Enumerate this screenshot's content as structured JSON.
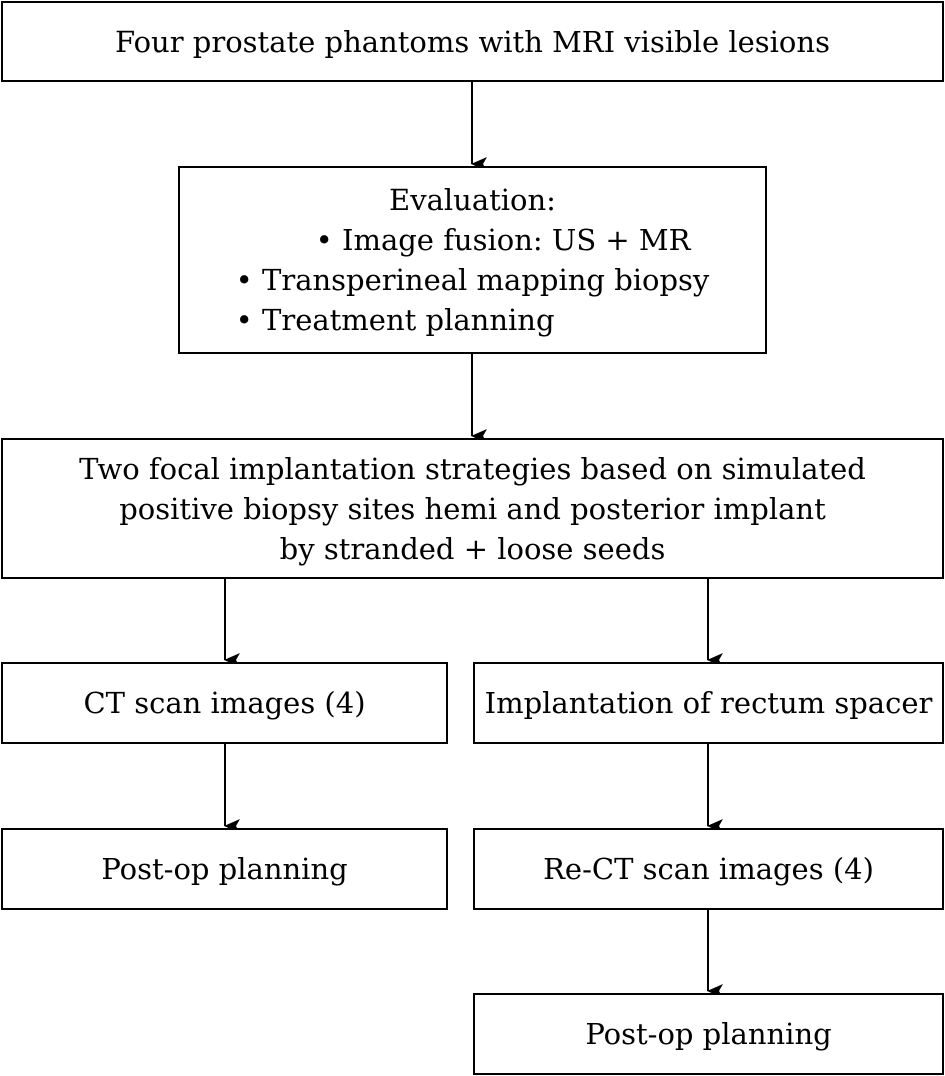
{
  "box_top": "Four prostate phantoms with MRI visible lesions",
  "evaluation": {
    "title": "Evaluation:",
    "items": [
      "Image fusion: US + MR",
      "Transperineal mapping biopsy",
      "Treatment planning"
    ]
  },
  "strategy": {
    "lines": [
      "Two focal implantation strategies based on simulated",
      "positive biopsy sites hemi and posterior implant",
      "by stranded + loose seeds"
    ]
  },
  "left_branch": {
    "ct_scan": "CT scan images (4)",
    "post_op": "Post-op planning"
  },
  "right_branch": {
    "spacer": "Implantation of rectum spacer",
    "re_ct": "Re-CT scan images (4)",
    "post_op": "Post-op planning"
  },
  "bullet_symbol": "•"
}
